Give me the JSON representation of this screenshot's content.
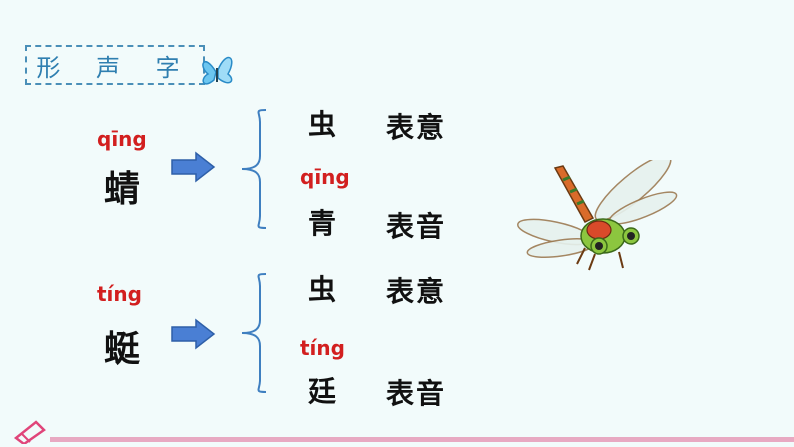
{
  "title": "形 声 字",
  "groups": [
    {
      "char_pinyin": "qīng",
      "char": "蜻",
      "parts": [
        {
          "pinyin": "",
          "part": "虫",
          "role": "表意"
        },
        {
          "pinyin": "qīng",
          "part": "青",
          "role": "表音"
        }
      ]
    },
    {
      "char_pinyin": "tíng",
      "char": "蜓",
      "parts": [
        {
          "pinyin": "",
          "part": "虫",
          "role": "表意"
        },
        {
          "pinyin": "tíng",
          "part": "廷",
          "role": "表音"
        }
      ]
    }
  ],
  "colors": {
    "pinyin": "#d21f1f",
    "arrow": "#4a7fd4",
    "brace": "#3f7fc0",
    "bottom_bar": "#e8a9c2"
  }
}
